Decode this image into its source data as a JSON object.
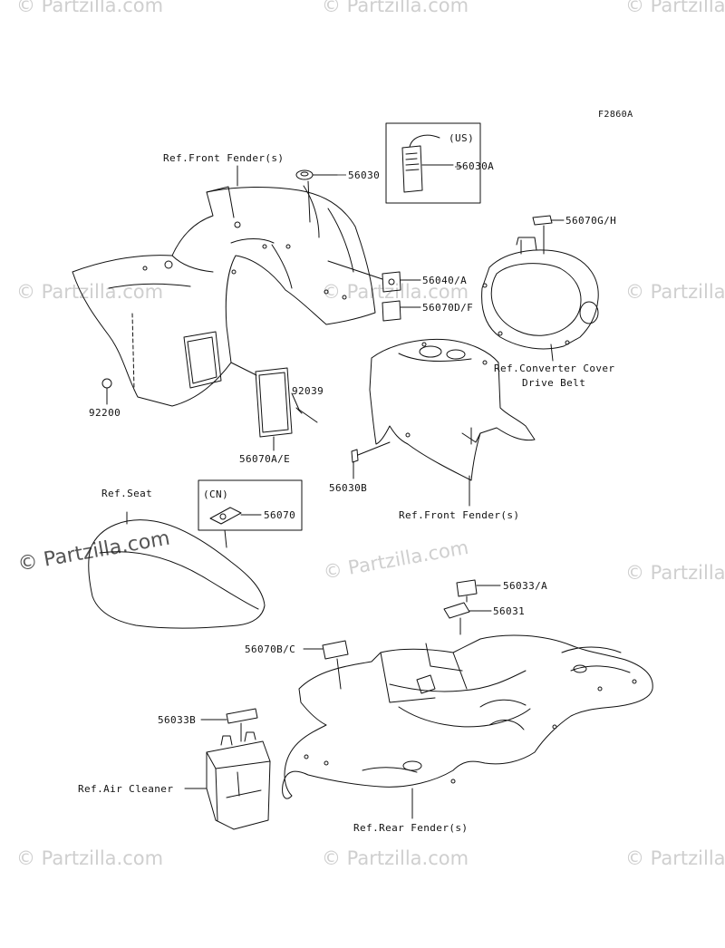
{
  "diagram_code": "F2860A",
  "watermark": "© Partzilla.com",
  "labels": {
    "ref_front_fender_top": "Ref.Front Fender(s)",
    "p56030": "56030",
    "us": "(US)",
    "p56030A": "56030A",
    "p56070GH": "56070G/H",
    "p56040A": "56040/A",
    "p56070DF": "56070D/F",
    "ref_converter_cover": "Ref.Converter Cover",
    "drive_belt": "Drive Belt",
    "p92200": "92200",
    "p92039": "92039",
    "p56070AE": "56070A/E",
    "p56030B": "56030B",
    "ref_front_fender_bottom": "Ref.Front Fender(s)",
    "ref_seat": "Ref.Seat",
    "cn": "(CN)",
    "p56070": "56070",
    "p56033A": "56033/A",
    "p56031": "56031",
    "p56070BC": "56070B/C",
    "p56033B": "56033B",
    "ref_air_cleaner": "Ref.Air Cleaner",
    "ref_rear_fender": "Ref.Rear Fender(s)"
  },
  "colors": {
    "line": "#111111",
    "watermark": "#cfcfcf",
    "watermark_dark": "#555555"
  }
}
